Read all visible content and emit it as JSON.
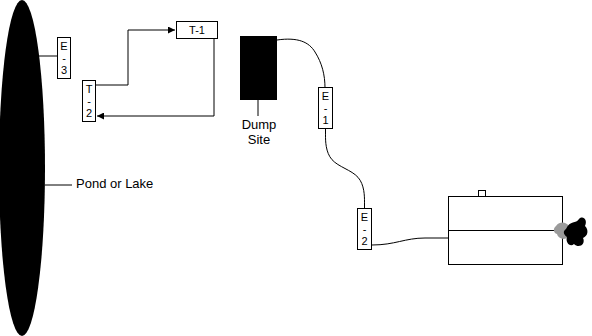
{
  "diagram": {
    "nodes": [
      {
        "text": [
          "E-3"
        ]
      },
      {
        "text": [
          "T-2"
        ]
      },
      {
        "text": [
          "T-1"
        ]
      },
      {
        "text": [
          "E-1"
        ]
      },
      {
        "text": [
          "E-2"
        ]
      }
    ],
    "edges": [
      {
        "from": 1,
        "to": 2,
        "arrow": "to"
      },
      {
        "from": 2,
        "to": 1,
        "arrow": "to"
      },
      {
        "from": 3,
        "to": 4,
        "arrow": "none"
      }
    ],
    "labels": [
      "Pond or Lake",
      "Dump Site"
    ]
  }
}
